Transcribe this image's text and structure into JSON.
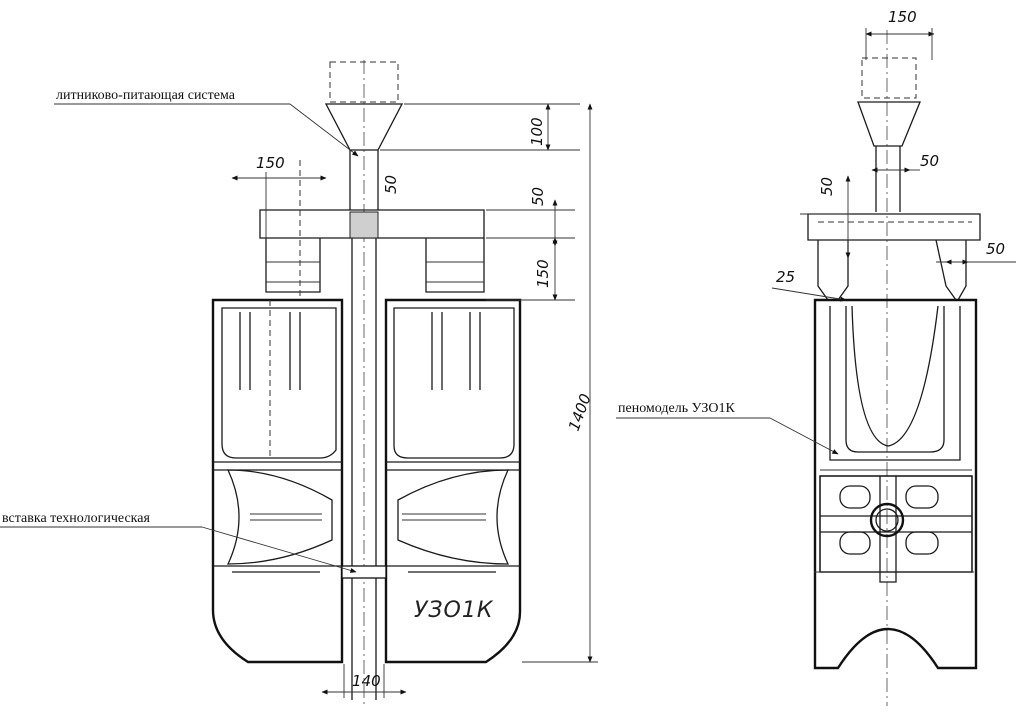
{
  "labels": {
    "gating_system": "литниково-питающая система",
    "insert": "вставка технологическая",
    "foam_model": "пеномодель УЗО1К",
    "part_mark": "УЗО1К"
  },
  "dimensions": {
    "left_view": {
      "d150_top": "150",
      "d100": "100",
      "d50_sprue": "50",
      "d50_runner": "50",
      "d150_riser": "150",
      "d1400": "1400",
      "d140": "140"
    },
    "right_view": {
      "d150": "150",
      "d50_sprue": "50",
      "d50_left": "50",
      "d50_right": "50",
      "d25": "25"
    }
  }
}
